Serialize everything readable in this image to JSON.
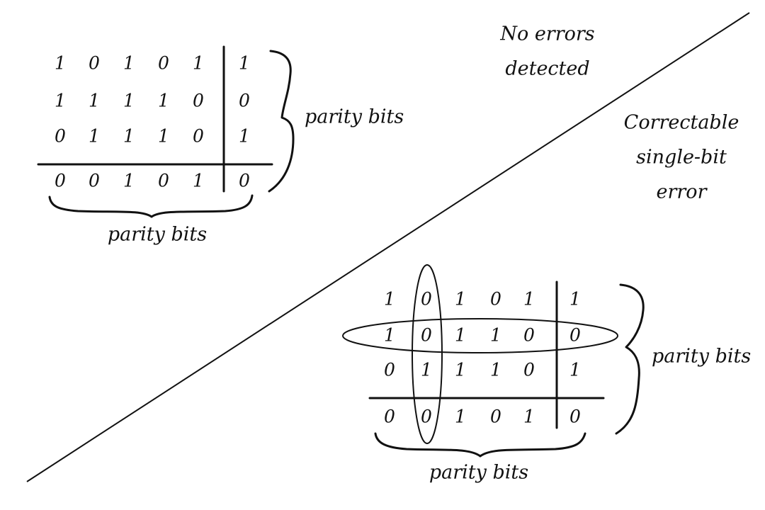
{
  "labels": {
    "no_errors_line1": "No errors",
    "no_errors_line2": "detected",
    "correctable_line1": "Correctable",
    "correctable_line2": "single-bit",
    "correctable_line3": "error",
    "top_parity_right": "parity bits",
    "top_parity_bottom": "parity bits",
    "bottom_parity_right": "parity bits",
    "bottom_parity_bottom": "parity bits"
  },
  "top_grid": {
    "data_rows": [
      [
        "1",
        "0",
        "1",
        "0",
        "1"
      ],
      [
        "1",
        "1",
        "1",
        "1",
        "0"
      ],
      [
        "0",
        "1",
        "1",
        "1",
        "0"
      ]
    ],
    "row_parity": [
      "1",
      "0",
      "1"
    ],
    "column_parity": [
      "0",
      "0",
      "1",
      "0",
      "1"
    ],
    "corner_parity": "0"
  },
  "bottom_grid": {
    "data_rows": [
      [
        "1",
        "0",
        "1",
        "0",
        "1"
      ],
      [
        "1",
        "0",
        "1",
        "1",
        "0"
      ],
      [
        "0",
        "1",
        "1",
        "1",
        "0"
      ]
    ],
    "row_parity": [
      "1",
      "0",
      "1"
    ],
    "column_parity": [
      "0",
      "0",
      "1",
      "0",
      "1"
    ],
    "corner_parity": "0",
    "highlighted_row": 1,
    "highlighted_column": 1
  },
  "colors": {
    "ink": "#111111",
    "background": "#ffffff"
  }
}
